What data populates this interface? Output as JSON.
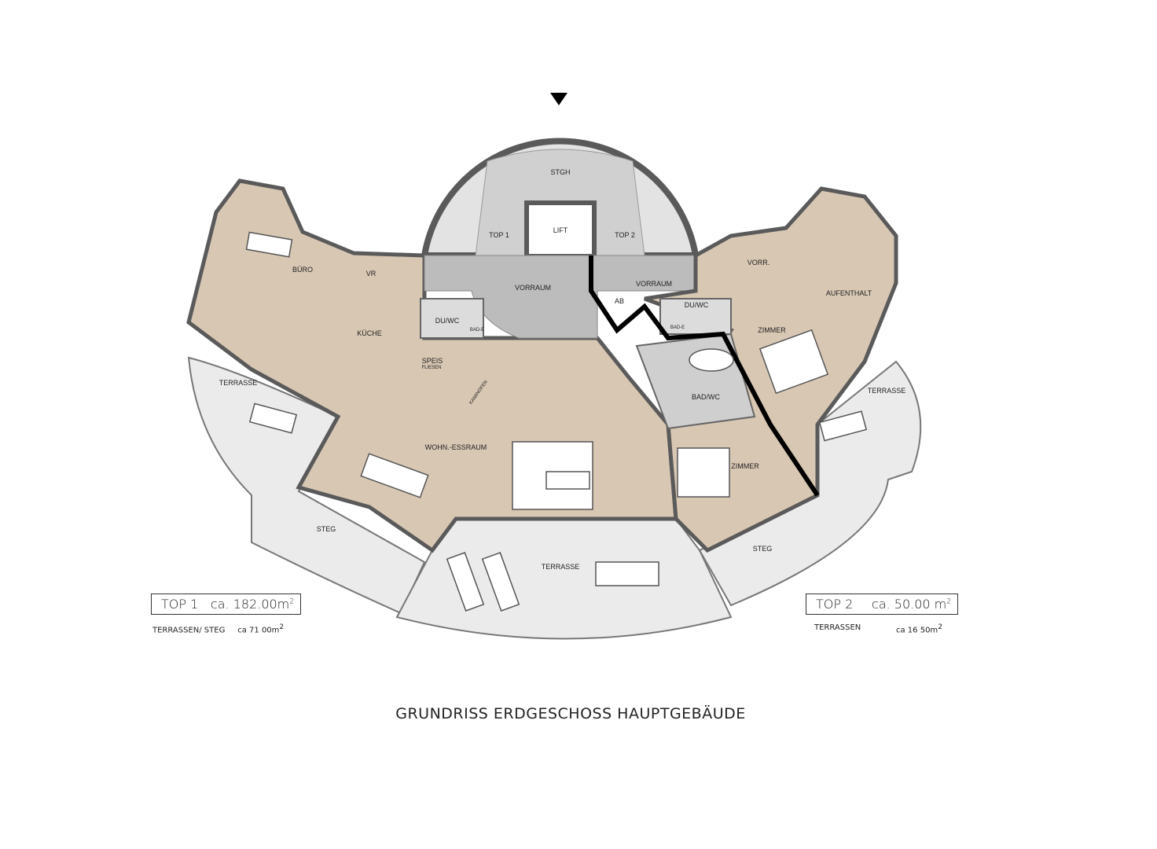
{
  "title": "GRUNDRISS ERDGESCHOSS HAUPTGEBÄUDE",
  "colors": {
    "wood": "#d8c7b3",
    "tile": "#bcbcbc",
    "stair": "#e3e3e3",
    "terrace": "#ebebeb",
    "wall": "#5a5a5a",
    "partition": "#000000"
  },
  "entrance_marker": "triangle-down-icon",
  "rooms": {
    "stgh": "STGH",
    "lift": "LIFT",
    "top1": "TOP 1",
    "top2": "TOP 2",
    "vorraum1": "VORRAUM",
    "vorraum2": "VORRAUM",
    "ab": "AB",
    "buero": "BÜRO",
    "vr": "VR",
    "kueche": "KÜCHE",
    "duwc1": "DU/WC",
    "bade1": "BAD-E",
    "speis": "SPEIS",
    "fliesen": "FLIESEN",
    "kaminofen": "KAMINOFEN",
    "wohn": "WOHN.-ESSRAUM",
    "terrasse_left": "TERRASSE",
    "steg_left": "STEG",
    "terrasse_bottom": "TERRASSE",
    "vorr": "VORR.",
    "aufenthalt": "AUFENTHALT",
    "duwc2": "DU/WC",
    "bade2": "BAD-E",
    "zimmer1": "ZIMMER",
    "badwc": "BAD/WC",
    "zimmer2": "ZIMMER",
    "terrasse_right": "TERRASSE",
    "steg_right": "STEG"
  },
  "legend": {
    "top1": {
      "name": "TOP 1",
      "area": "ca. 182.00m",
      "sup": "2",
      "sub_label": "TERRASSEN/ STEG",
      "sub_area": "ca 71 00m",
      "sub_sup": "2"
    },
    "top2": {
      "name": "TOP 2",
      "area": "ca. 50.00 m",
      "sup": "2",
      "sub_label": "TERRASSEN",
      "sub_area": "ca 16 50m",
      "sub_sup": "2"
    }
  }
}
